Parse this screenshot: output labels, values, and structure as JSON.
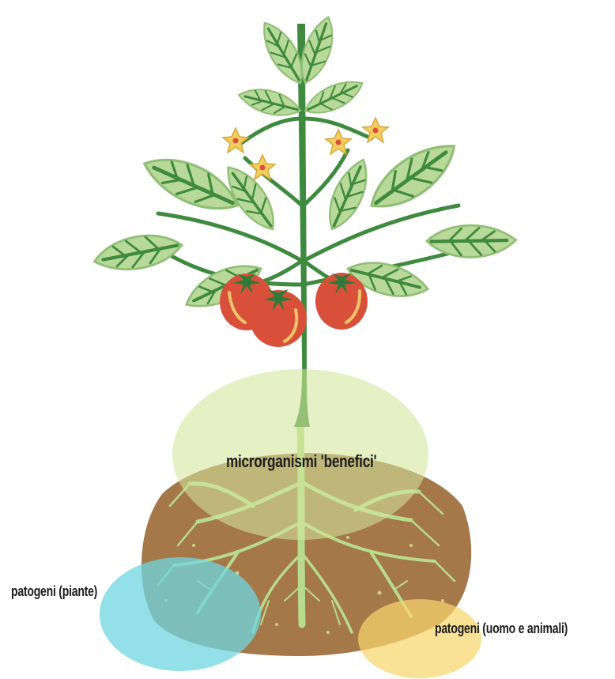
{
  "labels": {
    "benefici": "microrganismi 'benefici'",
    "piante": "patogeni  (piante)",
    "uomo": "patogeni  (uomo e animali)"
  },
  "colors": {
    "leaf_fill": "#b9d99a",
    "leaf_vein": "#3f8a3c",
    "stem": "#3e8b3f",
    "tomato": "#d9503a",
    "tomato_highlight": "#f0c36b",
    "flower": "#f2cf5c",
    "soil": "#a5784a",
    "roots": "#b8dc8c",
    "zone_benefici": "#d3e69b",
    "zone_piante": "#6fd5e0",
    "zone_uomo": "#f7d56e"
  },
  "icons": [
    "tomato-plant-illustration",
    "flower-icon",
    "tomato-fruit-icon",
    "root-system-icon"
  ]
}
